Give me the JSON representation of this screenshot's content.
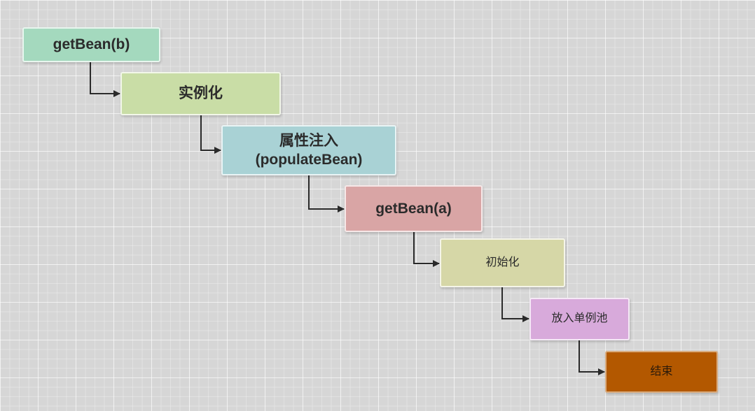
{
  "diagram": {
    "nodes": [
      {
        "id": "n1",
        "lines": [
          "getBean(b)"
        ],
        "color": "#a4d9be"
      },
      {
        "id": "n2",
        "lines": [
          "实例化"
        ],
        "color": "#c9dda6"
      },
      {
        "id": "n3",
        "lines": [
          "属性注入",
          "(populateBean)"
        ],
        "color": "#a9d2d5"
      },
      {
        "id": "n4",
        "lines": [
          "getBean(a)"
        ],
        "color": "#d9a5a5"
      },
      {
        "id": "n5",
        "lines": [
          "初始化"
        ],
        "color": "#d6d7a7"
      },
      {
        "id": "n6",
        "lines": [
          "放入单例池"
        ],
        "color": "#d8aadb"
      },
      {
        "id": "n7",
        "lines": [
          "结束"
        ],
        "color": "#b35800"
      }
    ],
    "edges": [
      {
        "from": "n1",
        "to": "n2"
      },
      {
        "from": "n2",
        "to": "n3"
      },
      {
        "from": "n3",
        "to": "n4"
      },
      {
        "from": "n4",
        "to": "n5"
      },
      {
        "from": "n5",
        "to": "n6"
      },
      {
        "from": "n6",
        "to": "n7"
      }
    ],
    "line_color": "#2a2a2a",
    "background_color": "#d6d6d6"
  }
}
